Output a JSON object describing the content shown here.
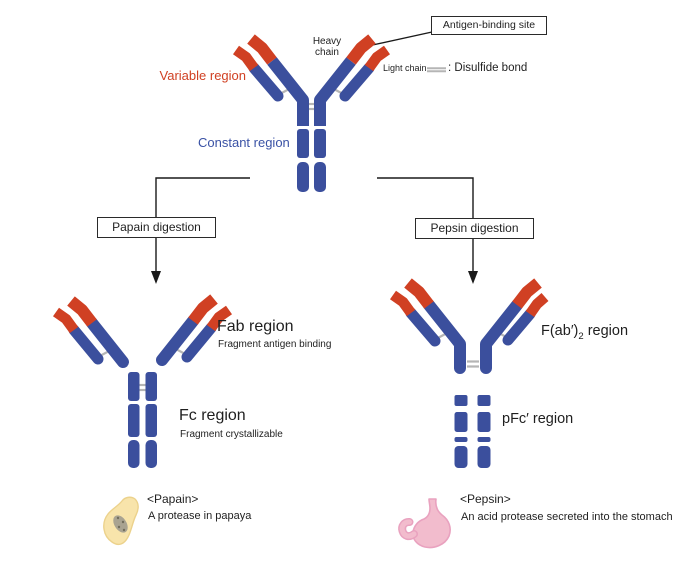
{
  "colors": {
    "chain_blue": "#3b4f9d",
    "chain_red": "#d04023",
    "bond_gray": "#b5b5b5",
    "line_black": "#1a1a1a",
    "papaya_body": "#f8e4ab",
    "papaya_edge": "#ecd28c",
    "papaya_seeds": "#a9a391",
    "stomach_pink": "#f2bccd",
    "stomach_edge": "#e9a2bf",
    "text": "#1f1f1f"
  },
  "header": {
    "antigen_binding_site": "Antigen-binding site",
    "heavy_chain_line1": "Heavy",
    "heavy_chain_line2": "chain",
    "variable_region": "Variable region",
    "light_chain": "Light chain",
    "disulfide_legend": ": Disulfide bond",
    "constant_region": "Constant region"
  },
  "branches": {
    "papain": "Papain digestion",
    "pepsin": "Pepsin digestion"
  },
  "fragments": {
    "fab": {
      "title": "Fab region",
      "subtitle": "Fragment antigen binding"
    },
    "fc": {
      "title": "Fc region",
      "subtitle": "Fragment crystallizable"
    },
    "fab2": {
      "main": "F(ab′)",
      "sub": "2",
      "tail": " region"
    },
    "pfc": {
      "title": "pFc′ region"
    }
  },
  "footer": {
    "papain": {
      "title": "<Papain>",
      "desc": "A protease in papaya"
    },
    "pepsin": {
      "title": "<Pepsin>",
      "desc": "An acid protease secreted into the stomach"
    }
  },
  "icons": {
    "papain": "papaya-icon",
    "pepsin": "stomach-icon",
    "arrows": "arrow-down-icon"
  }
}
